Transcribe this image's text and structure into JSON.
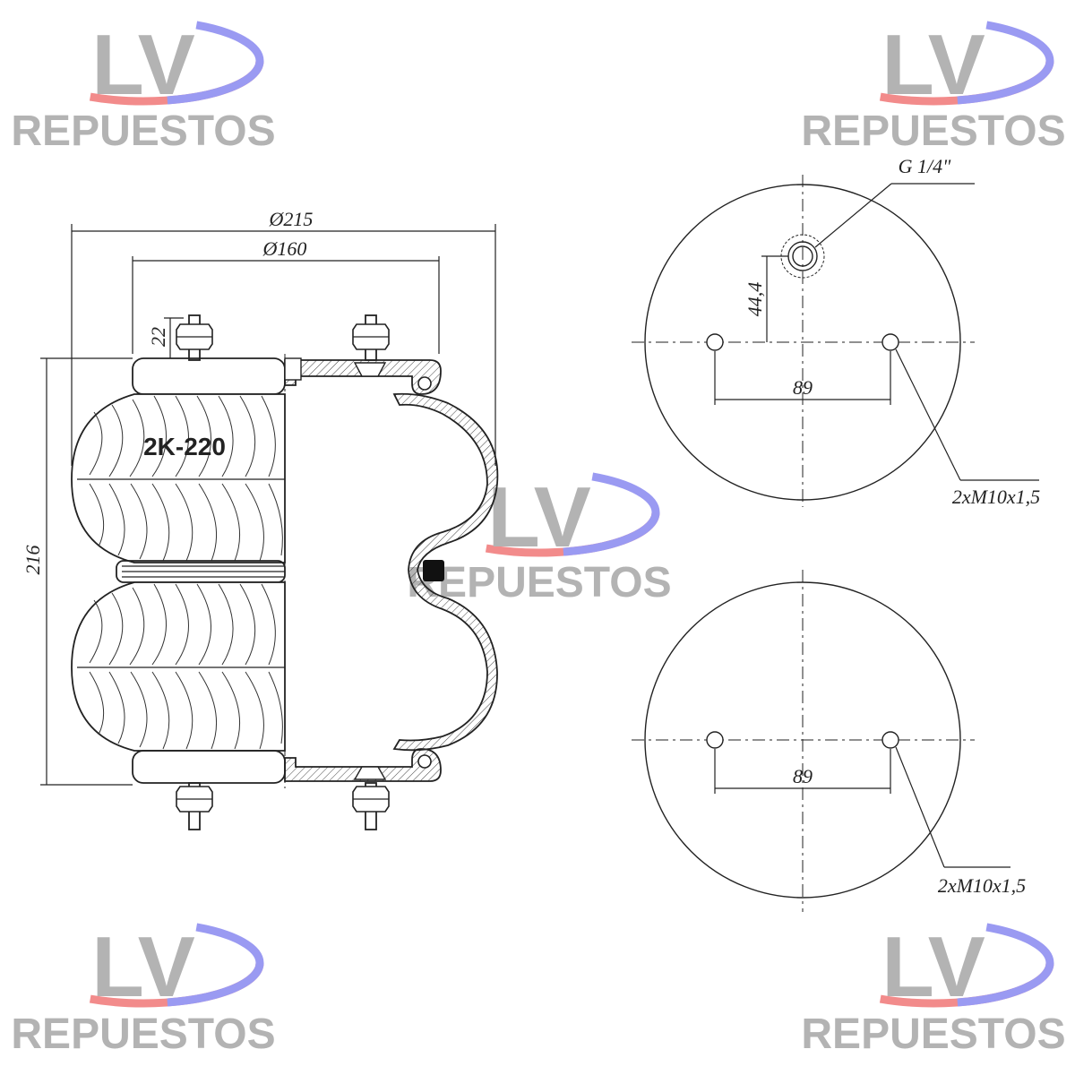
{
  "watermark": {
    "brand": "LV",
    "subtitle": "REPUESTOS",
    "colors": {
      "left_arc": "#f28b8b",
      "right_arc": "#9a9af2",
      "text": "#b3b3b3"
    }
  },
  "part": {
    "model": "2K-220"
  },
  "dimensions": {
    "outer_diameter": "Ø215",
    "plate_diameter": "Ø160",
    "stud_height": "22",
    "total_height": "216",
    "air_fitting": "G 1/4\"",
    "fitting_offset": "44,4",
    "top_hole_spacing": "89",
    "top_thread": "2xM10x1,5",
    "bottom_hole_spacing": "89",
    "bottom_thread": "2xM10x1,5"
  }
}
